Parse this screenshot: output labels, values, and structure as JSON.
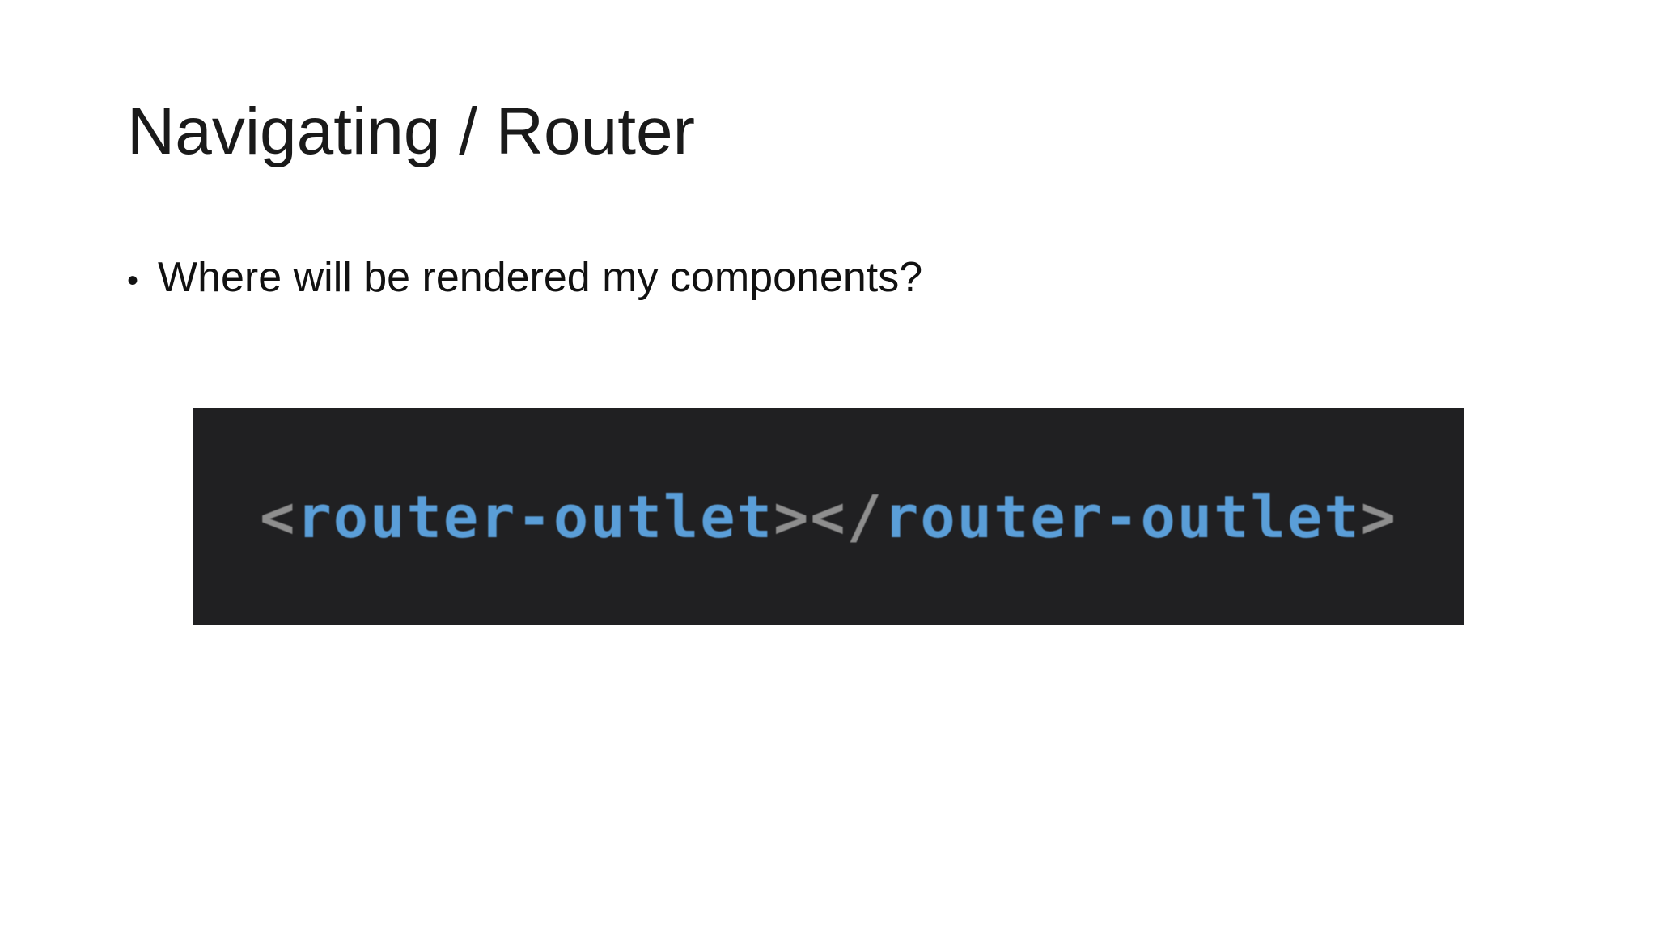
{
  "slide": {
    "title": "Navigating / Router",
    "bullets": [
      {
        "symbol": "•",
        "text": "Where will be rendered my components?"
      }
    ]
  },
  "code_image": {
    "open_lt": "<",
    "open_tag": "router-outlet",
    "open_gt": ">",
    "close_lt": "</",
    "close_tag": "router-outlet",
    "close_gt": ">",
    "background_color": "#202022",
    "tag_color": "#5a9ed8",
    "bracket_color": "#8e8e8e"
  }
}
